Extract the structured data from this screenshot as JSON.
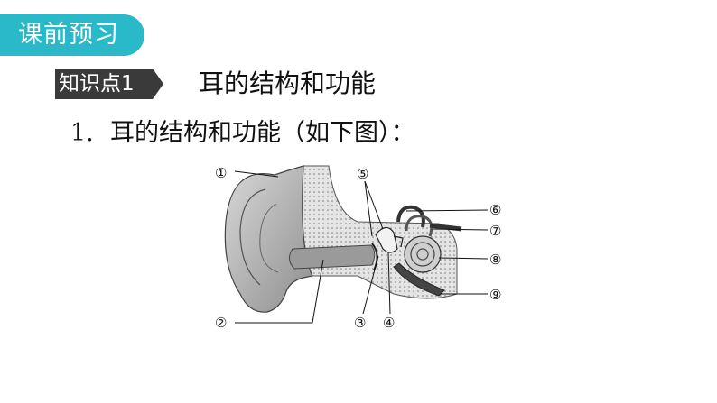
{
  "header": {
    "section_label": "课前预习"
  },
  "knowledge_point": {
    "badge": "知识点1",
    "title": "耳的结构和功能"
  },
  "list": [
    {
      "number": "1.",
      "text": "耳的结构和功能（如下图）："
    }
  ],
  "figure": {
    "labels": [
      "①",
      "②",
      "③",
      "④",
      "⑤",
      "⑥",
      "⑦",
      "⑧",
      "⑨"
    ]
  },
  "colors": {
    "accent": "#2ab9c9",
    "badge": "#3a3a3a"
  }
}
